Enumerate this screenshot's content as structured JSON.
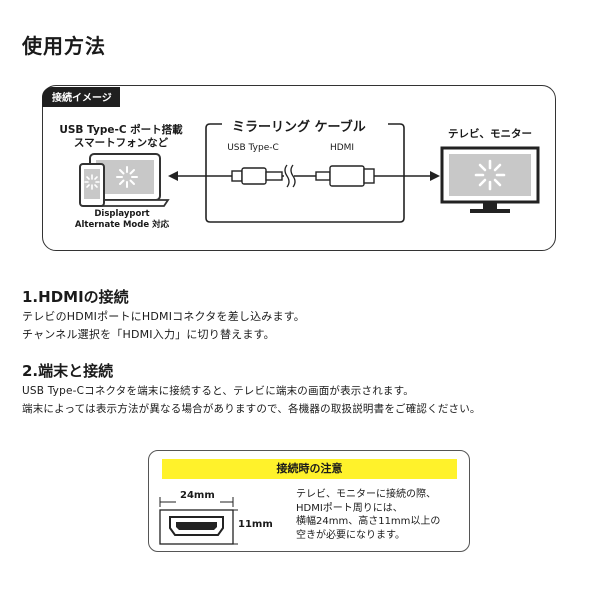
{
  "title": "使用方法",
  "diagram": {
    "badge": "接続イメージ",
    "smartphone_label_1": "USB Type-C ポート搭載",
    "smartphone_label_2": "スマートフォンなど",
    "dp_label_1": "Displayport",
    "dp_label_2": "Alternate Mode 対応",
    "cable_title": "ミラーリング ケーブル",
    "usb_label": "USB Type-C",
    "hdmi_label": "HDMI",
    "tv_label": "テレビ、モニター"
  },
  "section1": {
    "heading": "1.HDMIの接続",
    "lines": [
      "テレビのHDMIポートにHDMIコネクタを差し込みます。",
      "チャンネル選択を「HDMI入力」に切り替えます。"
    ]
  },
  "section2": {
    "heading": "2.端末と接続",
    "lines": [
      "USB Type-Cコネクタを端末に接続すると、テレビに端末の画面が表示されます。",
      "端末によっては表示方法が異なる場合がありますので、各機器の取扱説明書をご確認ください。"
    ]
  },
  "note": {
    "title": "接続時の注意",
    "width_label": "24mm",
    "height_label": "11mm",
    "lines": [
      "テレビ、モニターに接続の際、",
      "HDMIポート周りには、",
      "横幅24mm、高さ11mm以上の",
      "空きが必要になります。"
    ]
  },
  "colors": {
    "accent_yellow": "#fff22b",
    "dark": "#1f1f1f",
    "screen_gray": "#c8c8c8"
  }
}
